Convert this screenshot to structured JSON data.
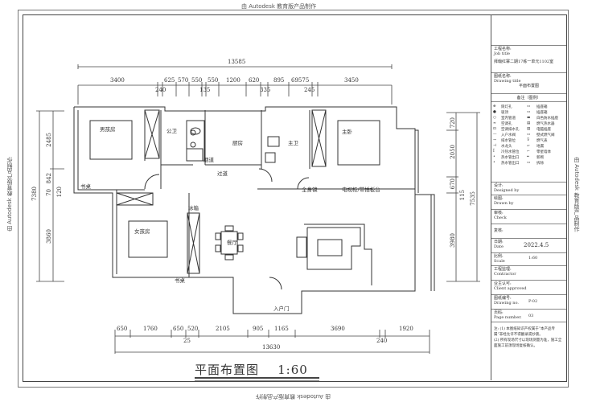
{
  "watermark": {
    "top": "由 Autodesk 教育版产品制作",
    "bottom": "由 Autodesk 教育版产品制作",
    "left": "由 Autodesk 教育版产品制作",
    "right": "由 Autodesk 教育版产品制作"
  },
  "drawing": {
    "title": "平面布置图",
    "scale": "1:60",
    "rooms": {
      "boy_room": "男孩房",
      "public_bath": "公卫",
      "kitchen": "厨房",
      "master_bath": "主卫",
      "master_bed": "主卧",
      "smoke_duct": "烟道",
      "corridor": "过道",
      "dressing_mirror": "全身镜",
      "tv_cabinet": "电视柜/带插板台",
      "desk_1": "书桌",
      "girl_room": "女孩房",
      "fridge": "冰箱",
      "dining": "餐厅",
      "desk_2": "书桌",
      "entrance": "入户门"
    },
    "dims_top": {
      "overall": "13585",
      "segments": [
        "3400",
        "625",
        "570",
        "550",
        "550",
        "1200",
        "620",
        "895",
        "69575",
        "3450"
      ],
      "sub": [
        "240",
        "135",
        "335",
        "245"
      ]
    },
    "dims_bottom": {
      "overall": "13630",
      "segments": [
        "650",
        "1760",
        "650",
        "520",
        "2105",
        "905",
        "1165",
        "3690",
        "1920"
      ],
      "sub": [
        "25",
        "240"
      ]
    },
    "dims_left": {
      "overall": "7380",
      "segments": [
        "2485",
        "842",
        "70",
        "120",
        "3860"
      ]
    },
    "dims_right": {
      "overall": "7535",
      "segments": [
        "720",
        "2050",
        "670",
        "115",
        "3980"
      ]
    }
  },
  "title_block": {
    "job_title_label": "工程名称:",
    "job_title_label_en": "Job title",
    "job_title_value": "拜翰红寨二期17栋一单元1102室",
    "drawing_title_label": "图纸名称:",
    "drawing_title_label_en": "Drawing title",
    "drawing_title_value": "平面布置图",
    "remarks_header": "备注（图例）",
    "legend": [
      {
        "sym": "⊕",
        "label": "筒灯孔",
        "sym2": "▭",
        "label2": "插座箱"
      },
      {
        "sym": "●",
        "label": "吸顶",
        "sym2": "▭",
        "label2": "插座箱"
      },
      {
        "sym": "○",
        "label": "室内管道",
        "sym2": "▬",
        "label2": "白色防水插座"
      },
      {
        "sym": "≈",
        "label": "空调孔",
        "sym2": "▤",
        "label2": "燃气热水器"
      },
      {
        "sym": "⊡",
        "label": "空调排水孔",
        "sym2": "▤",
        "label2": "电脑插座"
      },
      {
        "sym": "—",
        "label": "入户水阀",
        "sym2": "▭",
        "label2": "壁式燃气阀"
      },
      {
        "sym": "⊸",
        "label": "排水管位",
        "sym2": "⊽",
        "label2": "燃气表"
      },
      {
        "sym": "⊣",
        "label": "水龙头",
        "sym2": "▱",
        "label2": "地漏"
      },
      {
        "sym": "Ǐ",
        "label": "冷热水管位",
        "sym2": "⌐",
        "label2": "零星墙体"
      },
      {
        "sym": "•",
        "label": "热水管出口",
        "sym2": "═",
        "label2": "新砌"
      },
      {
        "sym": "•",
        "label": "热水管出口",
        "sym2": "▭",
        "label2": "拆除"
      }
    ],
    "designed_by_label": "设计:",
    "designed_by_label_en": "Designed by",
    "drawn_by_label": "绘图:",
    "drawn_by_label_en": "Drawn by",
    "check_label": "审核:",
    "check_label_en": "Check",
    "revise_label": "复核:",
    "date_label": "日期:",
    "date_label_en": "Date",
    "date_value": "2022.4.5",
    "scale_label": "比例:",
    "scale_label_en": "Scale",
    "scale_value": "1:60",
    "contractor_label": "工程监理:",
    "contractor_label_en": "Contractor",
    "client_label": "业主认可:",
    "client_label_en": "Client approved",
    "drawing_no_label": "图纸编号:",
    "drawing_no_label_en": "Drawing no.",
    "drawing_no_value": "P-02",
    "page_label": "页码:",
    "page_label_en": "Page number.",
    "page_value": "03",
    "notes": [
      "注: (1) 本图纸知识产权属于“本产品专属”非经允许不得翻录或抄袭。",
      "(2) 所有现场尺寸以现场测量为准，施工全面施工前须现场复核确认。"
    ]
  }
}
